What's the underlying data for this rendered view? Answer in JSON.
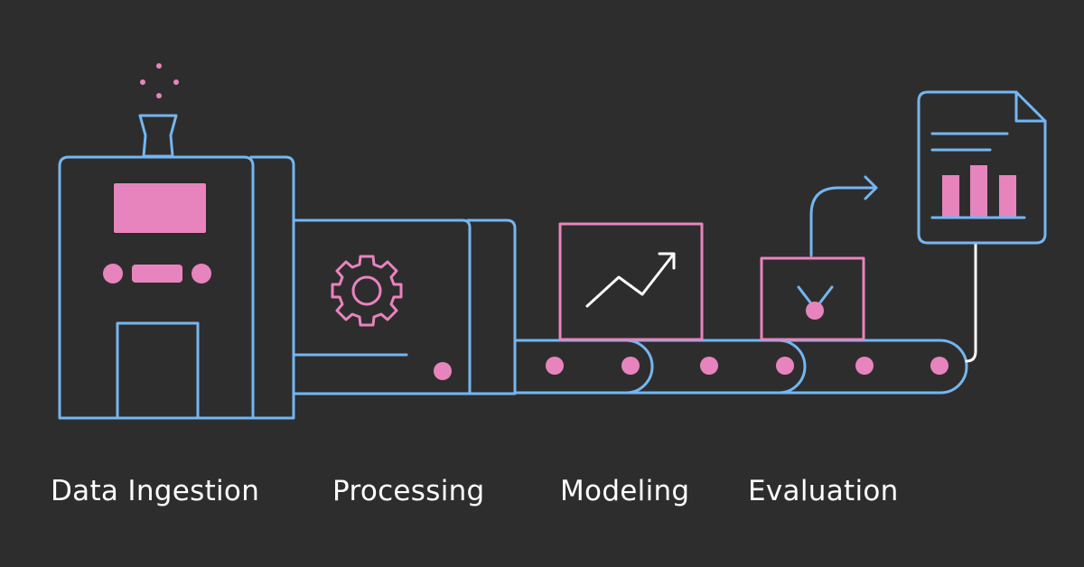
{
  "stages": [
    {
      "id": "ingestion",
      "label": "Data Ingestion"
    },
    {
      "id": "processing",
      "label": "Processing"
    },
    {
      "id": "modeling",
      "label": "Modeling"
    },
    {
      "id": "evaluation",
      "label": "Evaluation"
    }
  ],
  "colors": {
    "background": "#2e2d2e",
    "outline_blue": "#74b6f0",
    "accent_pink": "#e884bd",
    "text_white": "#ffffff"
  },
  "icons": {
    "processing": "gear-icon",
    "modeling": "trend-arrow-icon",
    "evaluation": "arrow-right-icon",
    "output": "report-document-icon"
  }
}
